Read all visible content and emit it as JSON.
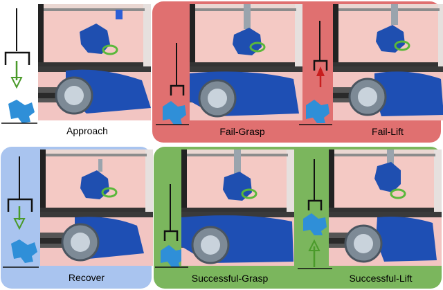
{
  "captions": {
    "approach": "Approach",
    "fail_grasp": "Fail-Grasp",
    "fail_lift": "Fail-Lift",
    "recover": "Recover",
    "successful_grasp": "Successful-Grasp",
    "successful_lift": "Successful-Lift"
  },
  "colors": {
    "fail_panel": "#e07070",
    "recover_panel": "#a9c4ef",
    "success_panel": "#7bb65d",
    "arrow_green": "#4a9a2a",
    "arrow_red": "#c81e1e",
    "object_blue": "#2f8fd8"
  }
}
